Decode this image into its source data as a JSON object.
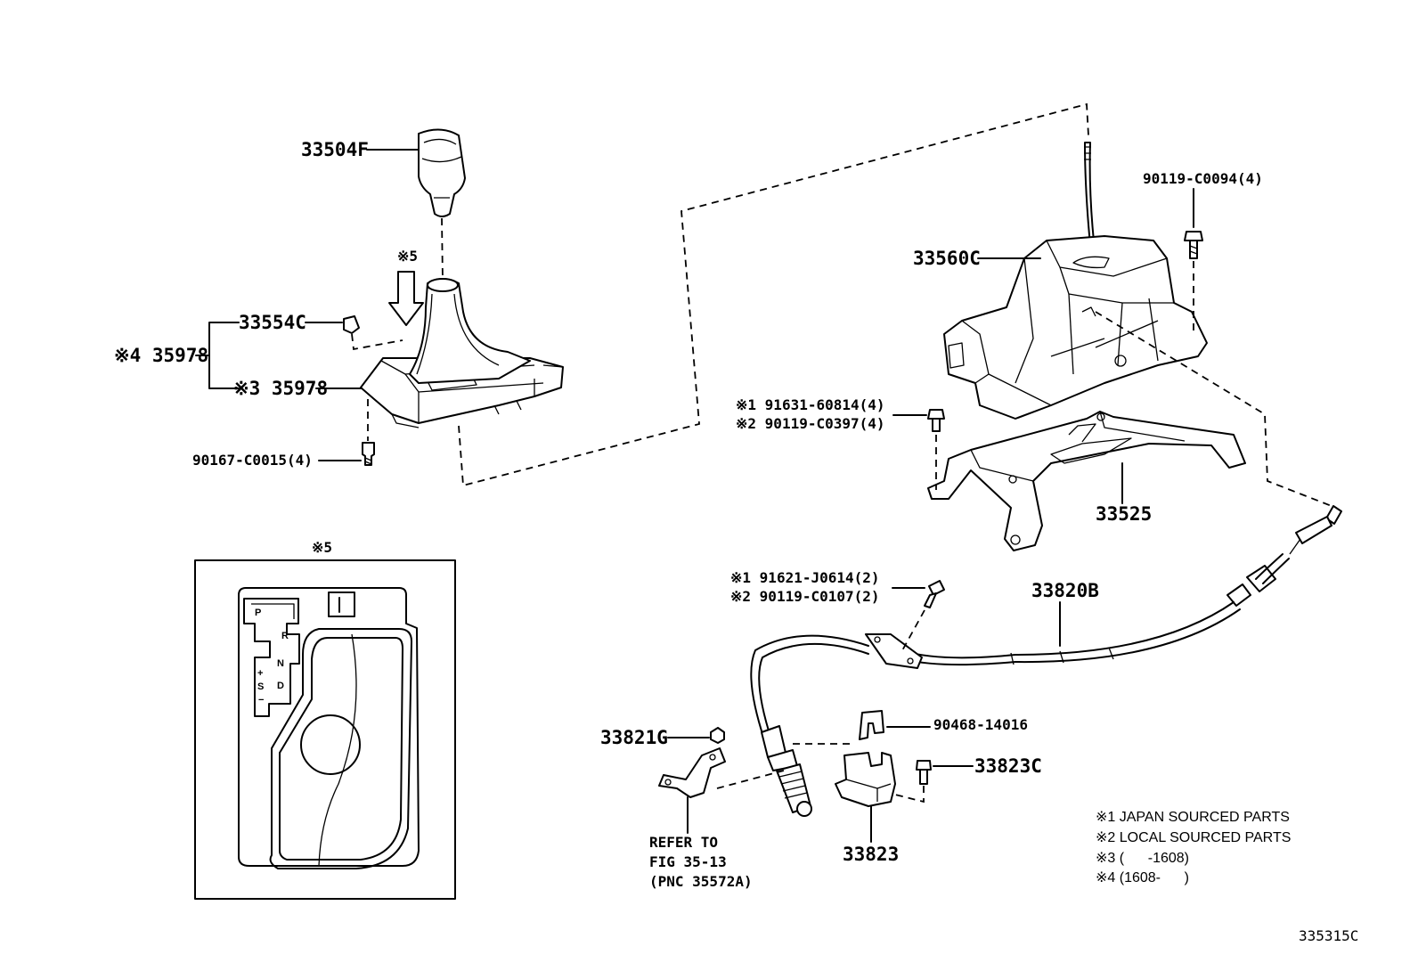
{
  "labels": {
    "knob": "33504F",
    "plate": "33554C",
    "assy": "※4 35978",
    "housing": "※3 35978",
    "screw": "90167-C0015(4)",
    "view5": "※5",
    "inset_title": "※5",
    "bolt_top": "90119-C0094(4)",
    "shifter": "33560C",
    "bolt_j1": "※1 91631-60814(4)",
    "bolt_l1": "※2 90119-C0397(4)",
    "bracket": "33525",
    "bolt_j2": "※1 91621-J0614(2)",
    "bolt_l2": "※2 90119-C0107(2)",
    "cable": "33820B",
    "nut": "33821G",
    "clip": "90468-14016",
    "bolt_c": "33823C",
    "clamp": "33823",
    "refer": [
      "REFER TO",
      "FIG 35-13",
      "(PNC 35572A)"
    ],
    "diagram_id": "335315C"
  },
  "gate_letters": [
    "P",
    "R",
    "N",
    "D",
    "S",
    "+",
    "−"
  ],
  "notes": [
    "※1 JAPAN SOURCED PARTS",
    "※2 LOCAL SOURCED PARTS",
    "※3 (      -1608)",
    "※4 (1608-      )"
  ]
}
